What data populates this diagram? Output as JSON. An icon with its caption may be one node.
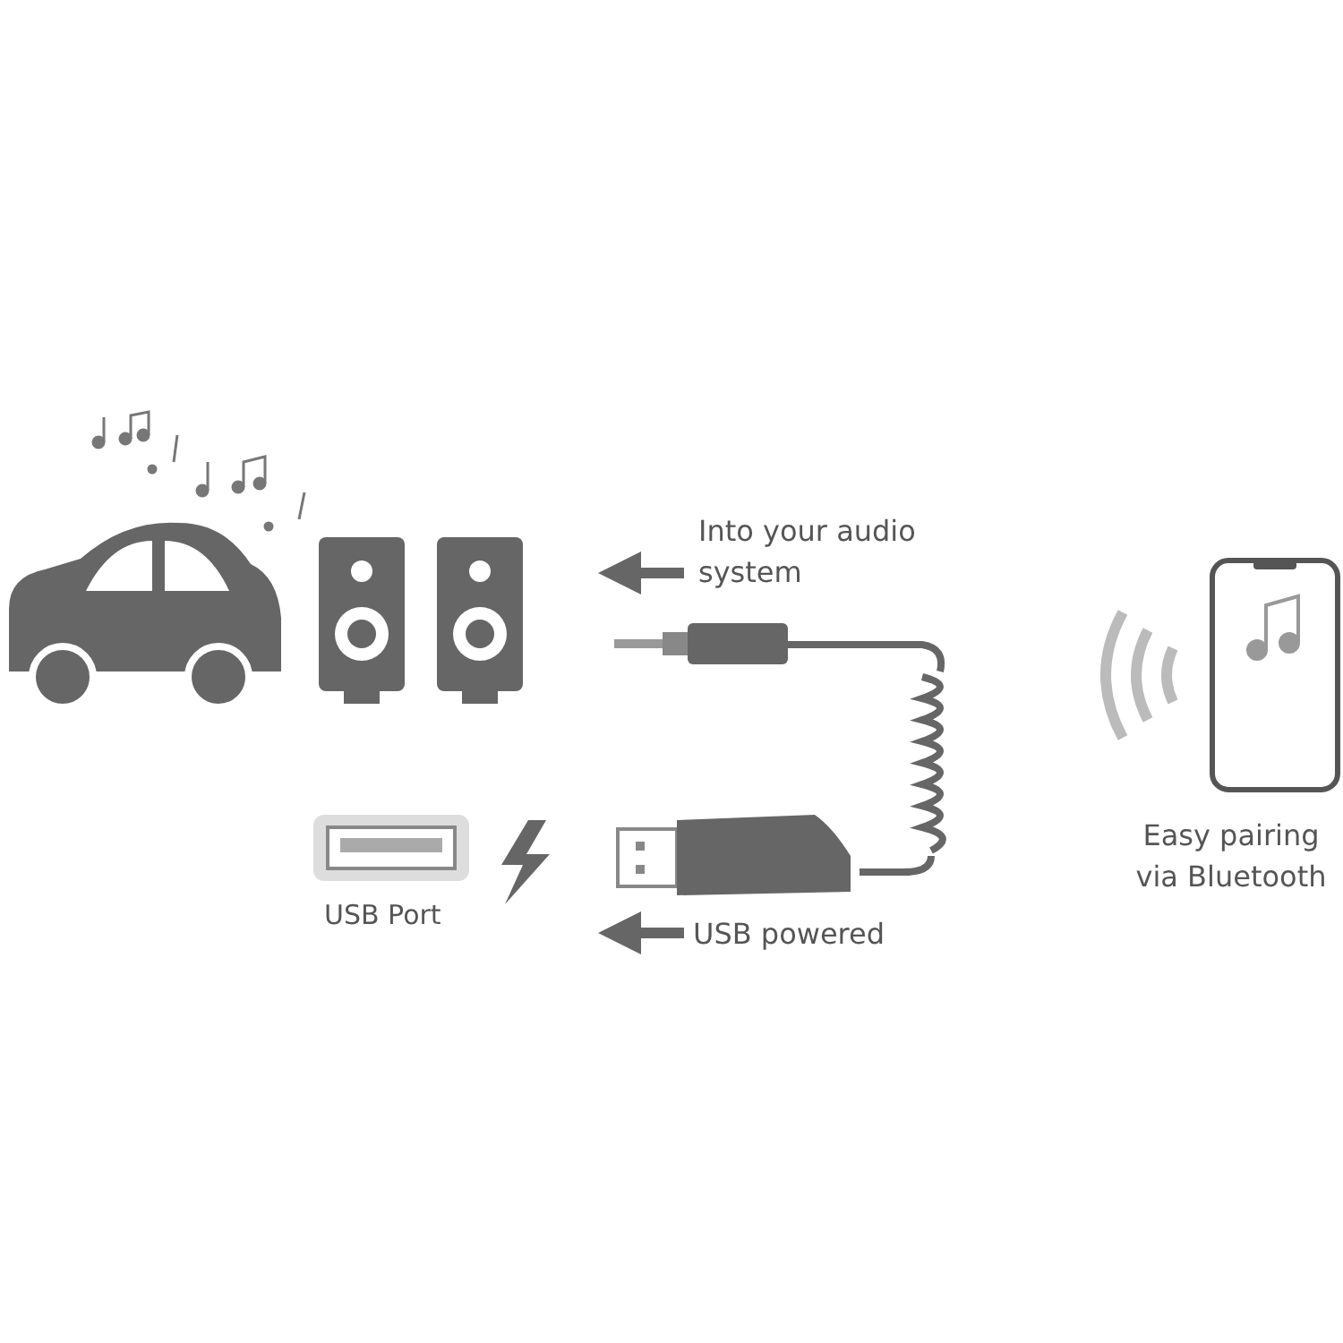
{
  "diagram": {
    "labels": [
      "Into your audio system",
      "USB Port",
      "USB powered",
      "Easy pairing via Bluetooth"
    ]
  }
}
